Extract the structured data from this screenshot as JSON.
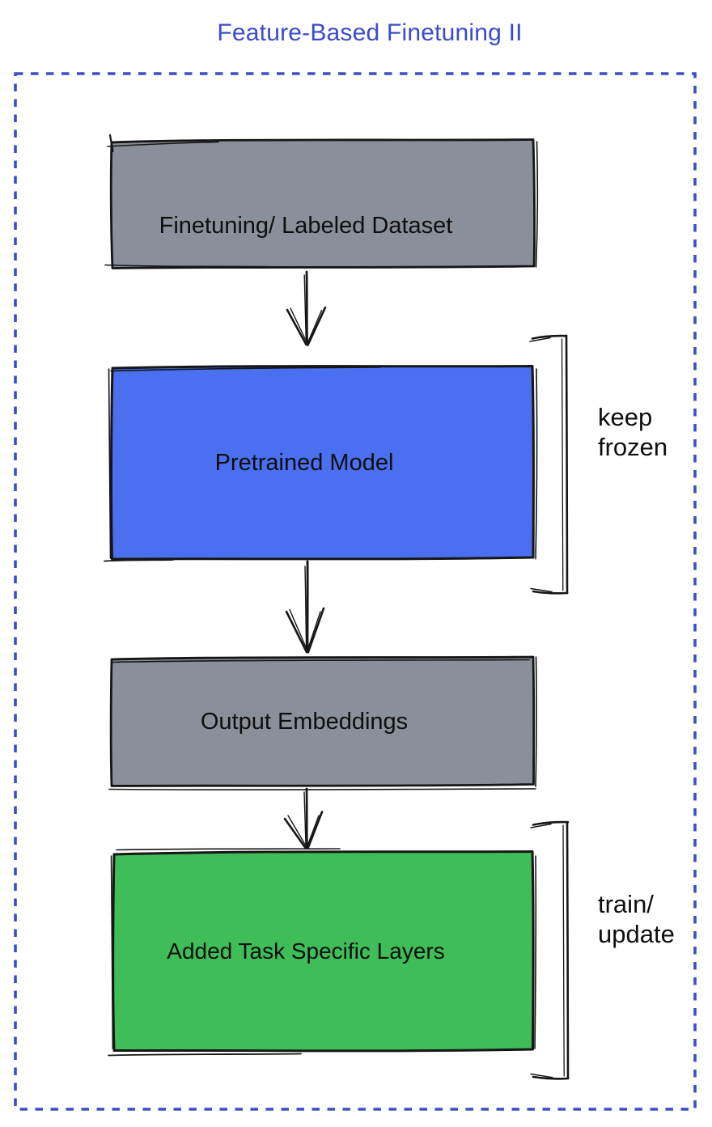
{
  "title": {
    "text": "Feature-Based Finetuning II"
  },
  "colors": {
    "accent_blue": "#3b4cc8",
    "frame_blue": "#3c4ec6",
    "ink": "#161616",
    "box_gray": "#8a9099",
    "box_blue": "#4a6fef",
    "box_green": "#3fbd58"
  },
  "boxes": {
    "dataset": {
      "label": "Finetuning/ Labeled Dataset",
      "fill": "#8a9099"
    },
    "model": {
      "label": "Pretrained Model",
      "fill": "#4a6fef"
    },
    "embeddings": {
      "label": "Output Embeddings",
      "fill": "#8a9099"
    },
    "layers": {
      "label": "Added Task Specific Layers",
      "fill": "#3fbd58"
    }
  },
  "annotations": {
    "keep_frozen": {
      "lines": [
        "keep",
        "frozen"
      ]
    },
    "train_update": {
      "lines": [
        "train/",
        "update"
      ]
    }
  }
}
